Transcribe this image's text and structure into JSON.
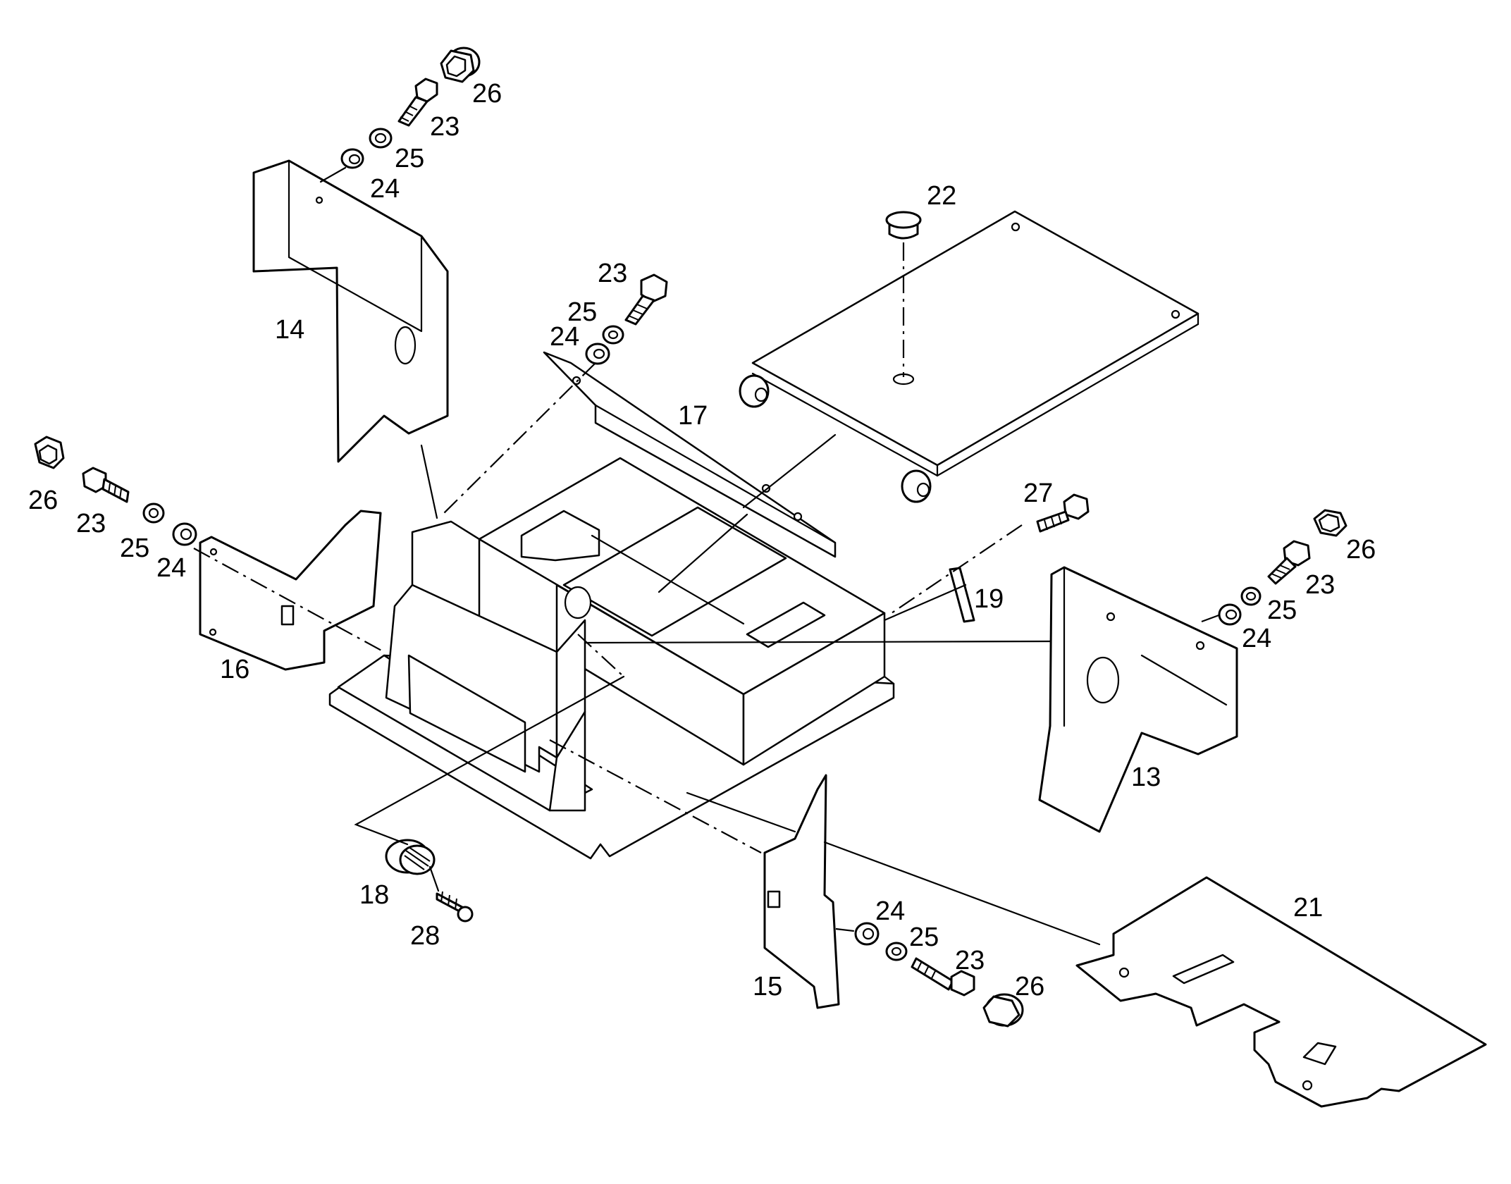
{
  "diagram": {
    "labels": {
      "p13": "13",
      "p14": "14",
      "p15": "15",
      "p16": "16",
      "p17": "17",
      "p18": "18",
      "p19": "19",
      "p21": "21",
      "p22": "22",
      "p27": "27",
      "p28": "28",
      "tl26": "26",
      "tl23": "23",
      "tl25": "25",
      "tl24": "24",
      "tc23": "23",
      "tc25": "25",
      "tc24": "24",
      "l26": "26",
      "l23": "23",
      "l25": "25",
      "l24": "24",
      "r26": "26",
      "r23": "23",
      "r25": "25",
      "r24": "24",
      "b24": "24",
      "b25": "25",
      "b23": "23",
      "b26": "26"
    }
  }
}
